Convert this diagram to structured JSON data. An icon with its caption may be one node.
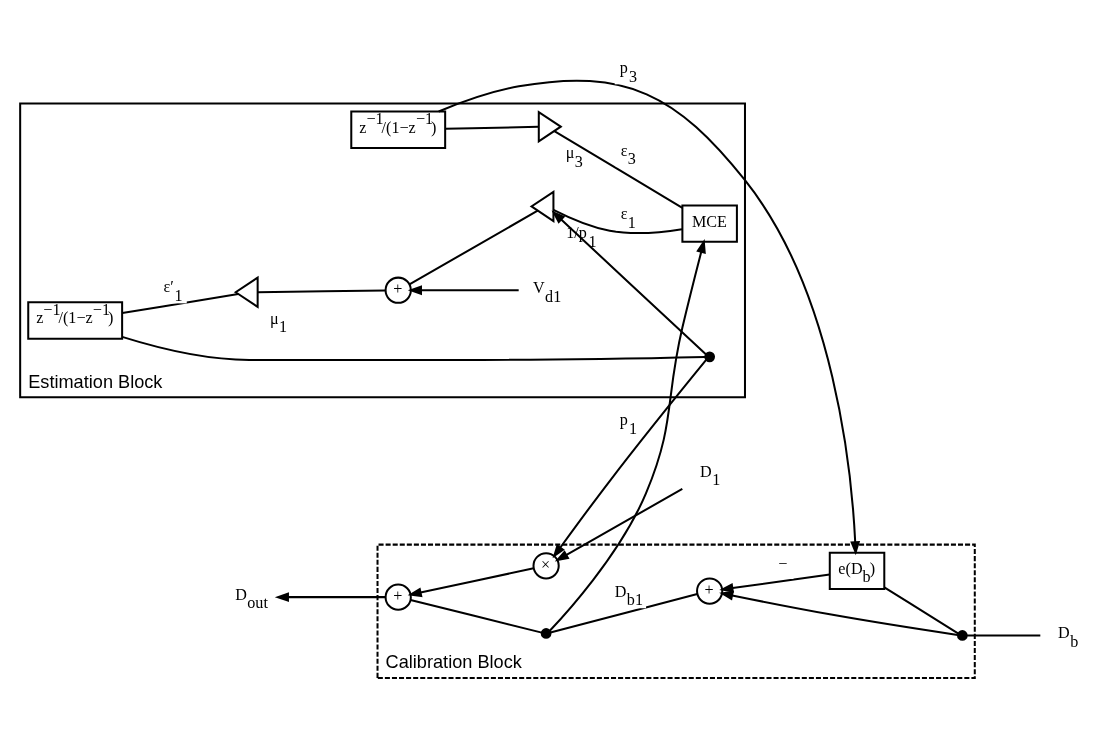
{
  "diagram": {
    "nodes": [
      {
        "text": [
          "Calibration Block"
        ]
      },
      {
        "text": [
          "Estimation Block"
        ]
      },
      {
        "text": [
          "×"
        ],
        "in": 0
      },
      {
        "text": [
          "+"
        ],
        "in": 0
      },
      {
        "text": [],
        "shape": "circle",
        "in": 0
      },
      {
        "text": [
          "+"
        ],
        "in": 0
      },
      {
        "text": [],
        "shape": "circle",
        "in": 0
      },
      {
        "text": [
          "e(D$_{b}$)"
        ],
        "in": 0
      },
      {
        "text": [
          "D$_{1}$"
        ]
      },
      {
        "text": [
          "D$_{out}$"
        ]
      },
      {
        "text": [
          "D$_{b}$"
        ]
      },
      {
        "text": [],
        "shape": "circle",
        "in": 1
      },
      {
        "text": [
          "z$^{−1}$/(1−z$^{−1}$)"
        ],
        "in": 1
      },
      {
        "text": [
          "MCE"
        ],
        "in": 1
      },
      {
        "text": [
          "z$^{−1}$/(1−z$^{−1}$)"
        ],
        "in": 1
      },
      {
        "text": [],
        "shape": "triangle",
        "beside": [
          "μ$_{1}$"
        ],
        "in": 1
      },
      {
        "text": [
          "+"
        ],
        "in": 1
      },
      {
        "text": [],
        "shape": "triangle",
        "beside": [
          "1/p$_{1}$"
        ],
        "in": 1
      },
      {
        "text": [],
        "shape": "triangle",
        "beside": [
          "μ$_{3}$"
        ],
        "in": 1
      },
      {
        "text": [
          "V$_{d1}$"
        ],
        "in": 1
      }
    ],
    "edges": [
      {
        "from": 8,
        "to": 2,
        "arrow": "to"
      },
      {
        "from": 11,
        "to": 2,
        "arrow": "to",
        "label": "p$_{1}$"
      },
      {
        "from": 2,
        "to": 3,
        "arrow": "to"
      },
      {
        "from": 10,
        "to": 6,
        "arrow": "none"
      },
      {
        "from": 6,
        "to": 5,
        "arrow": "to"
      },
      {
        "from": 5,
        "to": 4,
        "arrow": "none",
        "label": "D$_{b1}$"
      },
      {
        "from": 4,
        "to": 3,
        "arrow": "none"
      },
      {
        "from": 3,
        "to": 9,
        "arrow": "to"
      },
      {
        "from": 6,
        "to": 7,
        "arrow": "none"
      },
      {
        "from": 7,
        "to": 5,
        "arrow": "to",
        "label": "−"
      },
      {
        "from": 4,
        "to": 13,
        "arrow": "to"
      },
      {
        "from": 14,
        "to": 7,
        "arrow": "to",
        "label": "p$_{3}$"
      },
      {
        "from": 13,
        "to": 17,
        "arrow": "none",
        "label": "ε$_{1}$"
      },
      {
        "from": 17,
        "to": 16,
        "arrow": "none"
      },
      {
        "from": 19,
        "to": 16,
        "arrow": "to"
      },
      {
        "from": 16,
        "to": 15,
        "arrow": "none"
      },
      {
        "from": 15,
        "to": 12,
        "arrow": "none",
        "label": "ε′$_{1}$"
      },
      {
        "from": 12,
        "to": 11,
        "arrow": "none"
      },
      {
        "from": 11,
        "to": 17,
        "arrow": "to"
      },
      {
        "from": 13,
        "to": 18,
        "arrow": "none",
        "label": "ε$_{3}$"
      },
      {
        "from": 18,
        "to": 14,
        "arrow": "none"
      }
    ]
  }
}
